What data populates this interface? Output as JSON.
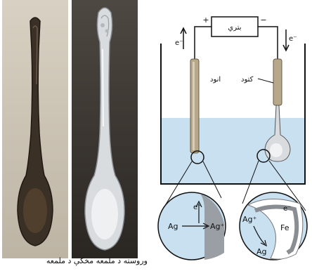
{
  "photo_caption": "وروسته د ملمعه مخکې د ملمعه",
  "diagram": {
    "battery_label": "بتري",
    "battery_plus": "+",
    "battery_minus": "−",
    "electron_left": "e⁻",
    "electron_right": "e⁻",
    "anode_label": "انود",
    "cathode_label": "کتود",
    "zoom_left": {
      "electron": "e⁻",
      "reactant": "Ag",
      "product": "Ag⁺"
    },
    "zoom_right": {
      "electron": "e⁻",
      "ion": "Ag⁺",
      "metal": "Fe",
      "deposit": "Ag"
    }
  },
  "colors": {
    "solution": "#c8e0f0",
    "electrode": "#b8a88a",
    "battery_box": "#ffffff",
    "spoon_silver": "#d9dcdf",
    "tarnished_spoon": "#3a3026"
  }
}
